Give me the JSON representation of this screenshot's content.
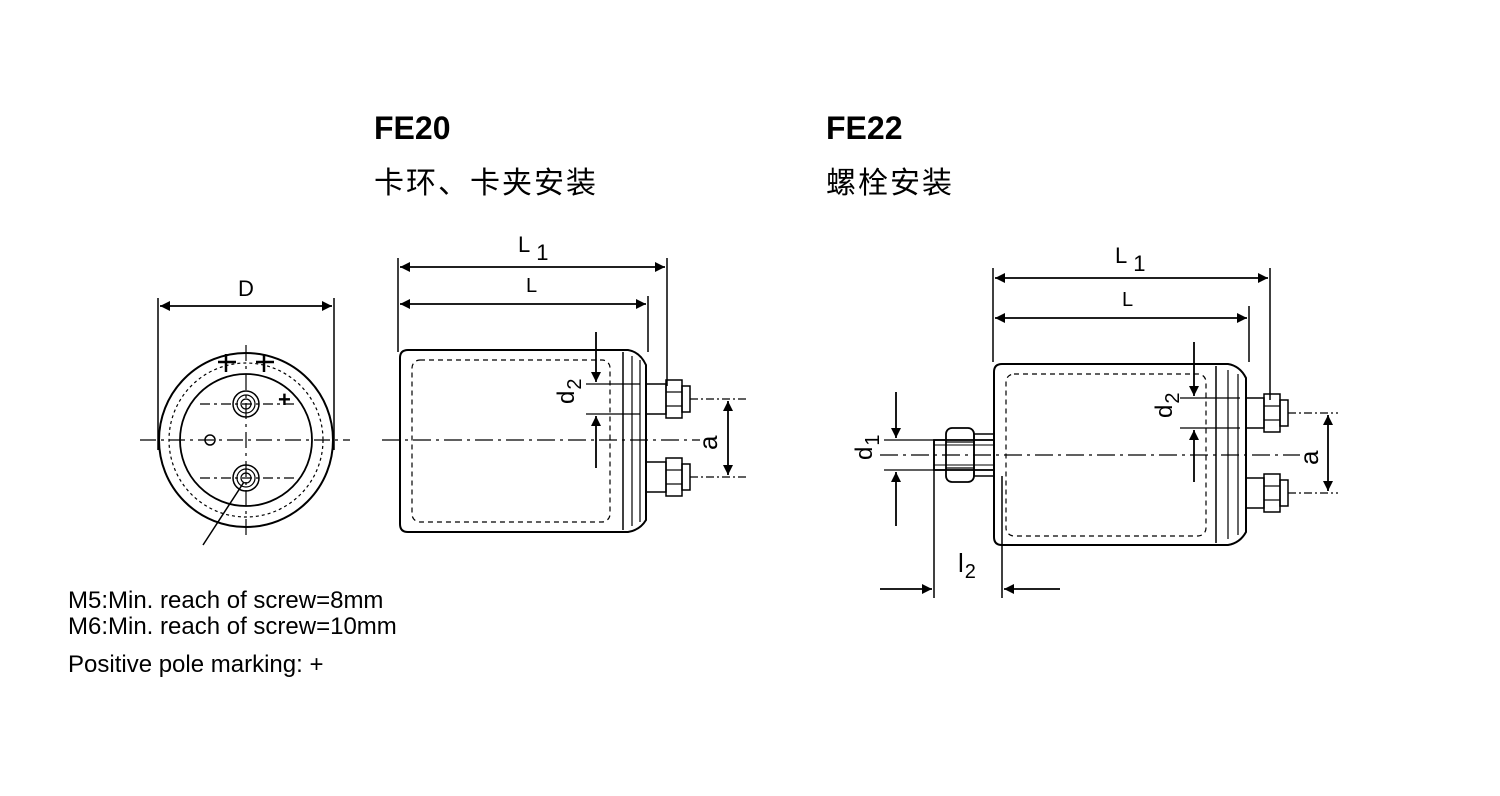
{
  "fe20": {
    "model": "FE20",
    "mounting": "卡环、卡夹安装",
    "labels": {
      "D": "D",
      "L1_main": "L",
      "L1_sub": "1",
      "L": "L",
      "d2_main": "d",
      "d2_sub": "2",
      "a": "a",
      "plus": "+"
    }
  },
  "fe22": {
    "model": "FE22",
    "mounting": "螺栓安装",
    "labels": {
      "L1_main": "L",
      "L1_sub": "1",
      "L": "L",
      "d2_main": "d",
      "d2_sub": "2",
      "d1_main": "d",
      "d1_sub": "1",
      "a": "a",
      "l2_main": "l",
      "l2_sub": "2"
    }
  },
  "notes": {
    "m5": "M5:Min. reach of screw=8mm",
    "m6": "M6:Min. reach of screw=10mm",
    "pole": "Positive pole marking: +"
  }
}
